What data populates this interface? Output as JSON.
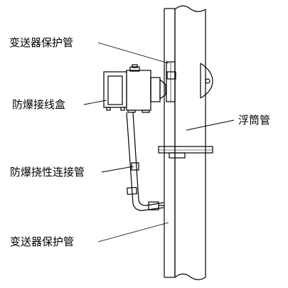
{
  "labels": {
    "transmitter_protection_tube_top": "变送器保护管",
    "explosion_proof_junction_box": "防爆接线盒",
    "explosion_proof_flexible_conduit": "防爆挠性连接管",
    "transmitter_protection_tube_bottom": "变送器保护管",
    "float_tube": "浮筒管"
  },
  "colors": {
    "stroke": "#000000",
    "background": "#ffffff"
  }
}
